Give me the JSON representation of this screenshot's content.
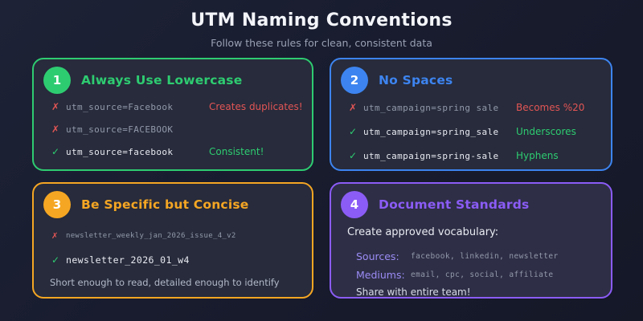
{
  "header": {
    "title": "UTM Naming Conventions",
    "subtitle": "Follow these rules for clean, consistent data"
  },
  "cards": [
    {
      "number": "1",
      "title": "Always Use Lowercase",
      "accent": "#2ecc71",
      "rows": [
        {
          "icon": "✗",
          "icon_name": "cross-icon",
          "code": "utm_source=Facebook",
          "note": "Creates duplicates!"
        },
        {
          "icon": "✗",
          "icon_name": "cross-icon",
          "code": "utm_source=FACEBOOK",
          "note": ""
        },
        {
          "icon": "✓",
          "icon_name": "check-icon",
          "code": "utm_source=facebook",
          "note": "Consistent!"
        }
      ]
    },
    {
      "number": "2",
      "title": "No Spaces",
      "accent": "#3d84f0",
      "rows": [
        {
          "icon": "✗",
          "icon_name": "cross-icon",
          "code": "utm_campaign=spring sale",
          "note": "Becomes %20"
        },
        {
          "icon": "✓",
          "icon_name": "check-icon",
          "code": "utm_campaign=spring_sale",
          "note": "Underscores"
        },
        {
          "icon": "✓",
          "icon_name": "check-icon",
          "code": "utm_campaign=spring-sale",
          "note": "Hyphens"
        }
      ]
    },
    {
      "number": "3",
      "title": "Be Specific but Concise",
      "accent": "#f5a623",
      "rows": [
        {
          "icon": "✗",
          "icon_name": "cross-icon",
          "code": "newsletter_weekly_jan_2026_issue_4_v2"
        },
        {
          "icon": "✓",
          "icon_name": "check-icon",
          "code": "newsletter_2026_01_w4"
        }
      ],
      "footer": "Short enough to read, detailed enough to identify"
    },
    {
      "number": "4",
      "title": "Document Standards",
      "accent": "#8b5cf6",
      "intro": "Create approved vocabulary:",
      "vocab": [
        {
          "label": "Sources:",
          "values": "facebook, linkedin, newsletter"
        },
        {
          "label": "Mediums:",
          "values": "email, cpc, social, affiliate"
        }
      ],
      "footer": "Share with entire team!"
    }
  ],
  "colors": {
    "background_dark": "#181c2e",
    "card_background": "#272b3b",
    "card4_background": "#2e2e46",
    "bad_red": "#e25555",
    "good_green": "#2ecc71",
    "code_bad_gray": "#939aab",
    "code_good_white": "#e9ebf2"
  }
}
